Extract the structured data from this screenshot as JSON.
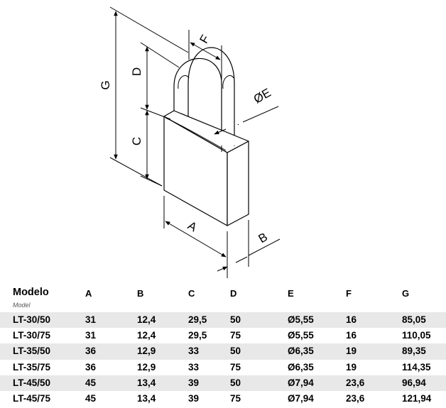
{
  "diagram": {
    "labels": {
      "a": "A",
      "b": "B",
      "c": "C",
      "d": "D",
      "e": "ØE",
      "f": "F",
      "g": "G"
    }
  },
  "table": {
    "header": [
      "Modelo",
      "A",
      "B",
      "C",
      "D",
      "E",
      "F",
      "G"
    ],
    "header_sub": "Model",
    "rows": [
      [
        "LT-30/50",
        "31",
        "12,4",
        "29,5",
        "50",
        "Ø5,55",
        "16",
        "85,05"
      ],
      [
        "LT-30/75",
        "31",
        "12,4",
        "29,5",
        "75",
        "Ø5,55",
        "16",
        "110,05"
      ],
      [
        "LT-35/50",
        "36",
        "12,9",
        "33",
        "50",
        "Ø6,35",
        "19",
        "89,35"
      ],
      [
        "LT-35/75",
        "36",
        "12,9",
        "33",
        "75",
        "Ø6,35",
        "19",
        "114,35"
      ],
      [
        "LT-45/50",
        "45",
        "13,4",
        "39",
        "50",
        "Ø7,94",
        "23,6",
        "96,94"
      ],
      [
        "LT-45/75",
        "45",
        "13,4",
        "39",
        "75",
        "Ø7,94",
        "23,6",
        "121,94"
      ]
    ],
    "shade_color": "#e8e8e8"
  }
}
